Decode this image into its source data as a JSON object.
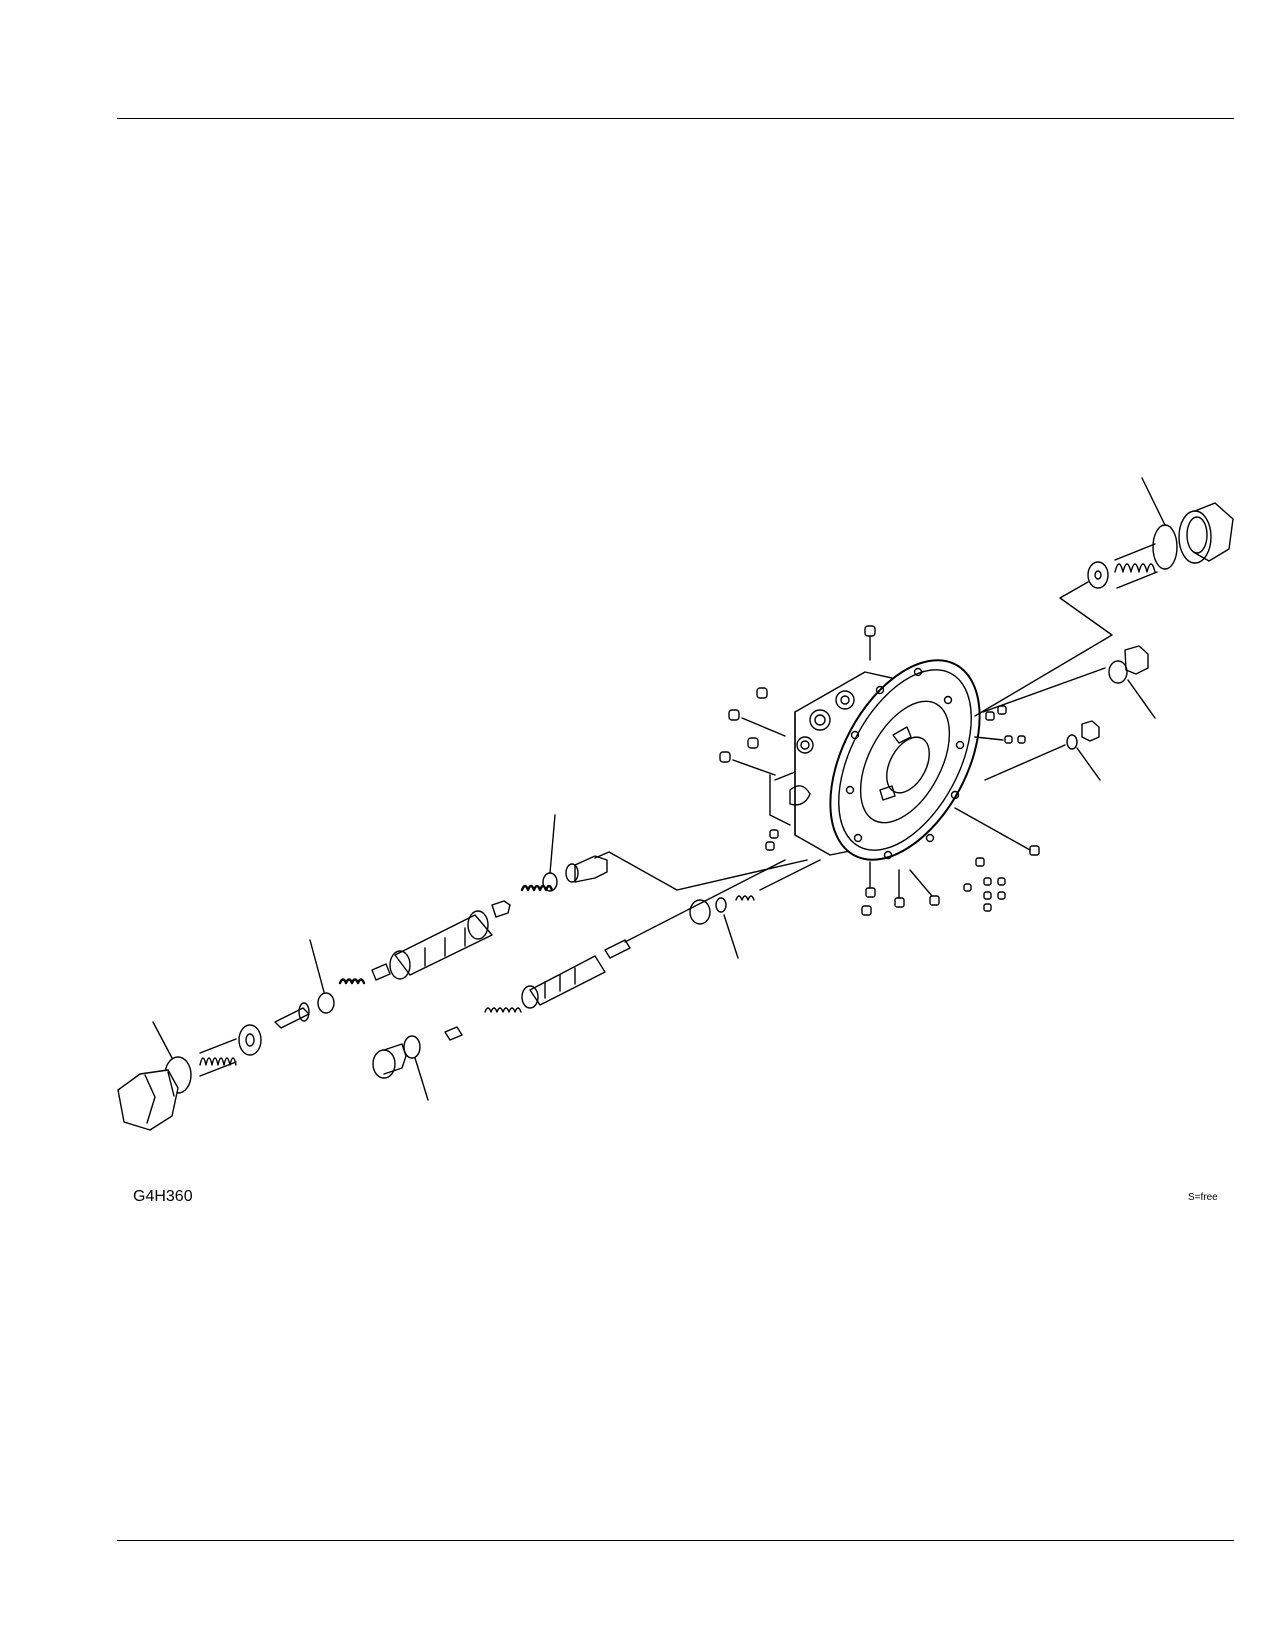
{
  "figure": {
    "code": "G4H360",
    "scale_note": "S=free",
    "icon": "exploded-parts-diagram"
  },
  "colors": {
    "line": "#000000",
    "background": "#ffffff"
  }
}
